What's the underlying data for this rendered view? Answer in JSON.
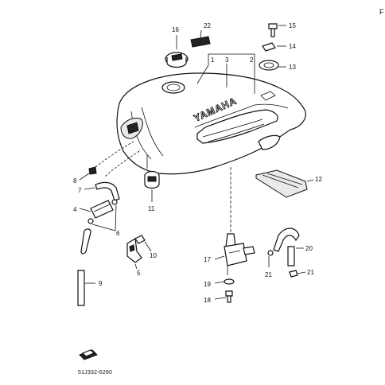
{
  "diagram": {
    "brand_text": "YAMAHA",
    "edge_mark": "F",
    "footer_code": "51J332-6280",
    "callouts": {
      "c1": "1",
      "c2": "2",
      "c3": "3",
      "c4": "4",
      "c5": "5",
      "c6": "6",
      "c7": "7",
      "c8": "8",
      "c9": "9",
      "c10": "10",
      "c11": "11",
      "c12": "12",
      "c13": "13",
      "c14": "14",
      "c15": "15",
      "c16": "16",
      "c17": "17",
      "c18": "18",
      "c19": "19",
      "c20": "20",
      "c21a": "21",
      "c21b": "21",
      "c22": "22"
    }
  }
}
